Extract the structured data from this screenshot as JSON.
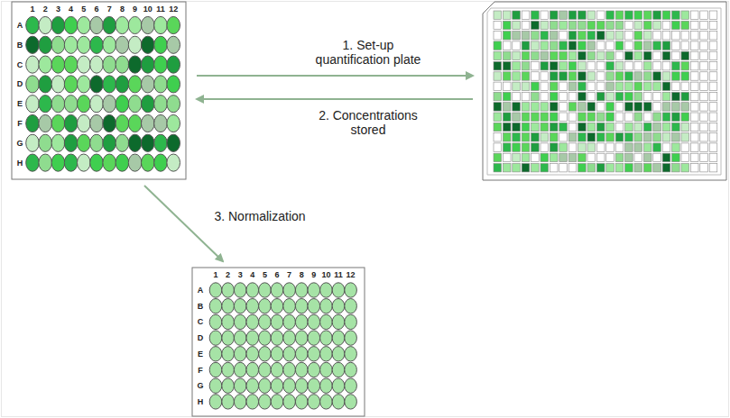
{
  "diagram": {
    "labels": [
      "1. Set-up quantification plate",
      "2. Concentrations stored",
      "3. Normalization",
      "1",
      "2",
      "3",
      "4",
      "5",
      "6",
      "7",
      "8",
      "9",
      "10",
      "11",
      "12",
      "A",
      "B",
      "C",
      "D",
      "E",
      "F",
      "G",
      "H",
      "1",
      "2",
      "3",
      "4",
      "5",
      "6",
      "7",
      "8",
      "9",
      "10",
      "11",
      "12",
      "A",
      "B",
      "C",
      "D",
      "E",
      "F",
      "G",
      "H"
    ]
  }
}
